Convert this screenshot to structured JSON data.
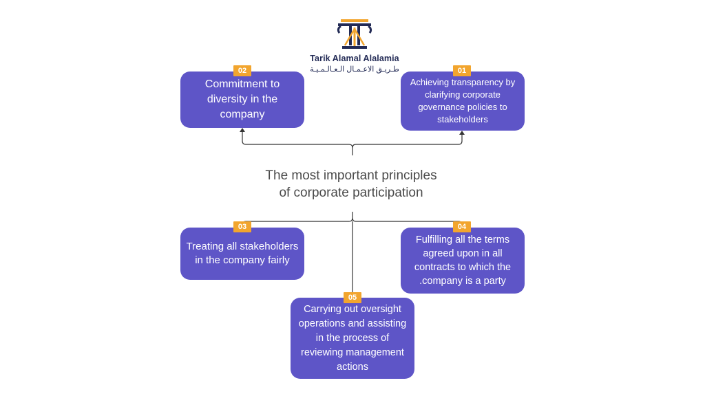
{
  "logo": {
    "icon": "pillar-logo-icon",
    "name_en": "Tarik Alamal Alalamia",
    "name_ar": "طـريـق الاعـمـال الـعـالـمـيـة",
    "colors": {
      "navy": "#222a55",
      "orange": "#f2a52e"
    }
  },
  "title": {
    "line1": "The most important principles",
    "line2": "of corporate participation"
  },
  "principles": [
    {
      "number": "01",
      "text": "Achieving transparency by clarifying corporate governance policies to stakeholders"
    },
    {
      "number": "02",
      "text": "Commitment to diversity in the company"
    },
    {
      "number": "03",
      "text": "Treating all stakeholders in the company fairly"
    },
    {
      "number": "04",
      "text": "Fulfilling all the terms agreed upon in all contracts to which the .company is a party"
    },
    {
      "number": "05",
      "text": "Carrying out oversight operations and assisting in the process of reviewing management actions"
    }
  ],
  "colors": {
    "box": "#5e55c7",
    "badge": "#f2a52e",
    "line": "#333333",
    "title": "#4a4a4a"
  }
}
